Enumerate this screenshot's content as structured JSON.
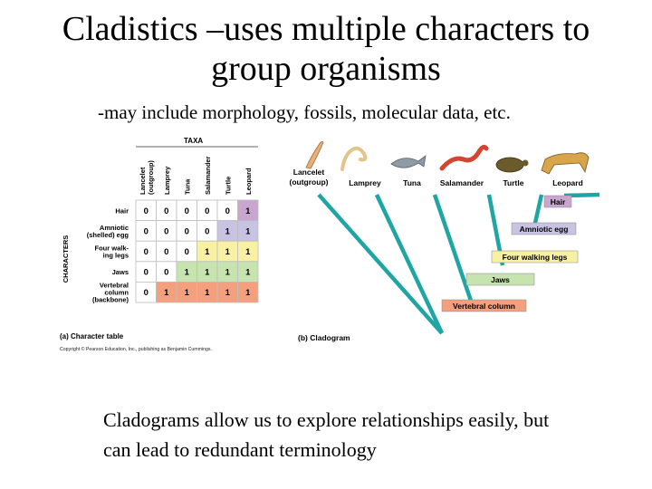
{
  "title_line1": "Cladistics –uses multiple characters to",
  "title_line2": "group organisms",
  "subtitle": "-may include morphology, fossils, molecular data, etc.",
  "footer_line1": "Cladograms allow us to explore relationships easily, but",
  "footer_line2": "can lead to redundant terminology",
  "table": {
    "taxa_header": "TAXA",
    "characters_header": "CHARACTERS",
    "columns": [
      "Lancelet (outgroup)",
      "Lamprey",
      "Tuna",
      "Salamander",
      "Turtle",
      "Leopard"
    ],
    "column_lines": [
      [
        "Lancelet",
        "(outgroup)"
      ],
      [
        "Lamprey"
      ],
      [
        "Tuna"
      ],
      [
        "Salamander"
      ],
      [
        "Turtle"
      ],
      [
        "Leopard"
      ]
    ],
    "rows": [
      {
        "label_lines": [
          "Hair"
        ],
        "values": [
          "0",
          "0",
          "0",
          "0",
          "0",
          "1"
        ]
      },
      {
        "label_lines": [
          "Amniotic",
          "(shelled) egg"
        ],
        "values": [
          "0",
          "0",
          "0",
          "0",
          "1",
          "1"
        ]
      },
      {
        "label_lines": [
          "Four walk-",
          "ing legs"
        ],
        "values": [
          "0",
          "0",
          "0",
          "1",
          "1",
          "1"
        ]
      },
      {
        "label_lines": [
          "Jaws"
        ],
        "values": [
          "0",
          "0",
          "1",
          "1",
          "1",
          "1"
        ]
      },
      {
        "label_lines": [
          "Vertebral",
          "column",
          "(backbone)"
        ],
        "values": [
          "0",
          "1",
          "1",
          "1",
          "1",
          "1"
        ]
      }
    ],
    "caption": "(a) Character table",
    "copyright": "Copyright © Pearson Education, Inc., publishing as Benjamin Cummings."
  },
  "cladogram": {
    "taxa": [
      [
        "Lancelet",
        "(outgroup)"
      ],
      [
        "Lamprey"
      ],
      [
        "Tuna"
      ],
      [
        "Salamander"
      ],
      [
        "Turtle"
      ],
      [
        "Leopard"
      ]
    ],
    "traits": [
      "Hair",
      "Amniotic egg",
      "Four walking legs",
      "Jaws",
      "Vertebral column"
    ],
    "caption": "(b) Cladogram",
    "colors": {
      "line": "#1fa5a3",
      "hair": "#c9a6cf",
      "amniotic_egg": "#c8c3e3",
      "four_walking_legs": "#f8f1a3",
      "jaws": "#c7e3b0",
      "vertebral_column": "#f4a07e"
    }
  }
}
